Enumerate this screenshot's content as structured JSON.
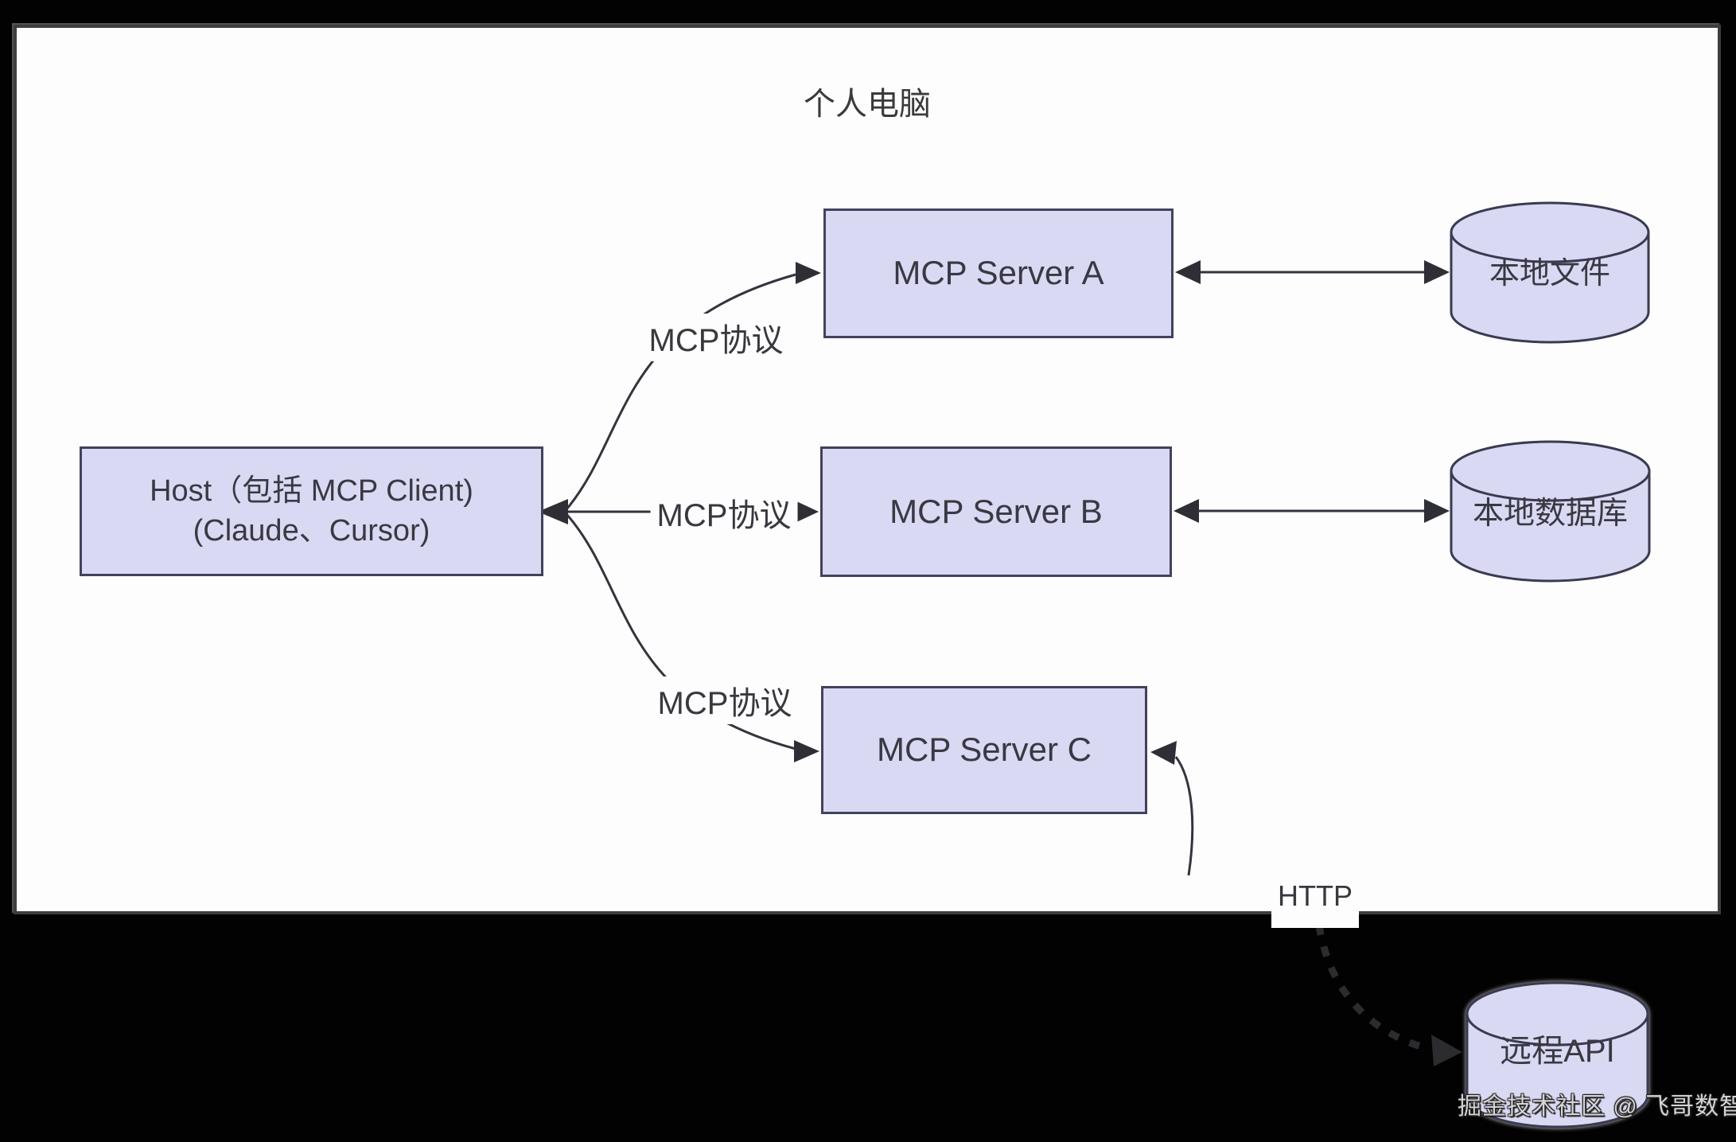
{
  "diagram": {
    "title": "个人电脑",
    "nodes": {
      "host": {
        "line1": "Host（包括 MCP Client)",
        "line2": "(Claude、Cursor)"
      },
      "server_a": "MCP Server A",
      "server_b": "MCP Server B",
      "server_c": "MCP Server C",
      "local_files": "本地文件",
      "local_db": "本地数据库",
      "remote_api": "远程API"
    },
    "edge_labels": {
      "mcp_a": "MCP协议",
      "mcp_b": "MCP协议",
      "mcp_c": "MCP协议",
      "http": "HTTP"
    },
    "watermark": "掘金技术社区 @ 飞哥数智谈",
    "colors": {
      "node_fill": "#d9d9f3",
      "node_border": "#42425c",
      "line": "#34343e",
      "canvas": "#fdfdfd",
      "background": "#000000",
      "dashed_line": "#2b2b30",
      "watermark_text": "#d4d4d7"
    }
  }
}
